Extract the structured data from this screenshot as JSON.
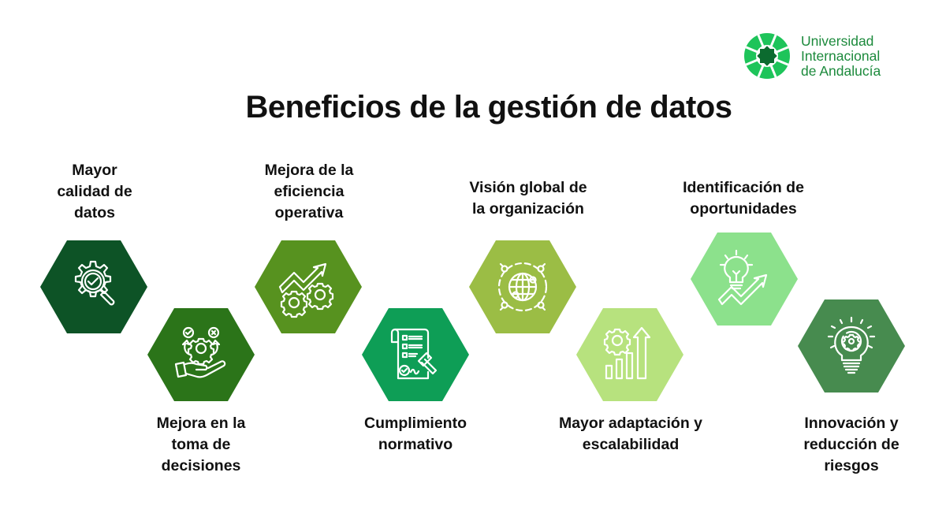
{
  "logo": {
    "icon": "uia-star-logo-icon",
    "lines": [
      "Universidad",
      "Internacional",
      "de Andalucía"
    ],
    "color": "#1c8a3c"
  },
  "title": "Beneficios de la gestión de datos",
  "benefits": [
    {
      "lines": [
        "Mayor",
        "calidad de",
        "datos"
      ],
      "icon": "gear-magnifier-check-icon",
      "color": "#0d5326",
      "label_position": "above"
    },
    {
      "lines": [
        "Mejora en la",
        "toma de",
        "decisiones"
      ],
      "icon": "hand-gear-decision-icon",
      "color": "#2b7419",
      "label_position": "below"
    },
    {
      "lines": [
        "Mejora de la",
        "eficiencia",
        "operativa"
      ],
      "icon": "gears-growth-arrow-icon",
      "color": "#57921f",
      "label_position": "above"
    },
    {
      "lines": [
        "Cumplimiento",
        "normativo"
      ],
      "icon": "document-gavel-icon",
      "color": "#0e9e56",
      "label_position": "below"
    },
    {
      "lines": [
        "Visión global de",
        "la organización"
      ],
      "icon": "globe-network-icon",
      "color": "#9bbd45",
      "label_position": "above"
    },
    {
      "lines": [
        "Mayor adaptación y",
        "escalabilidad"
      ],
      "icon": "gear-bar-chart-arrow-icon",
      "color": "#b7e27e",
      "label_position": "below"
    },
    {
      "lines": [
        "Identificación de",
        "oportunidades"
      ],
      "icon": "lightbulb-trend-arrow-icon",
      "color": "#8ce18c",
      "label_position": "above"
    },
    {
      "lines": [
        "Innovación y",
        "reducción de",
        "riesgos"
      ],
      "icon": "lightbulb-gear-icon",
      "color": "#478b4f",
      "label_position": "below"
    }
  ]
}
